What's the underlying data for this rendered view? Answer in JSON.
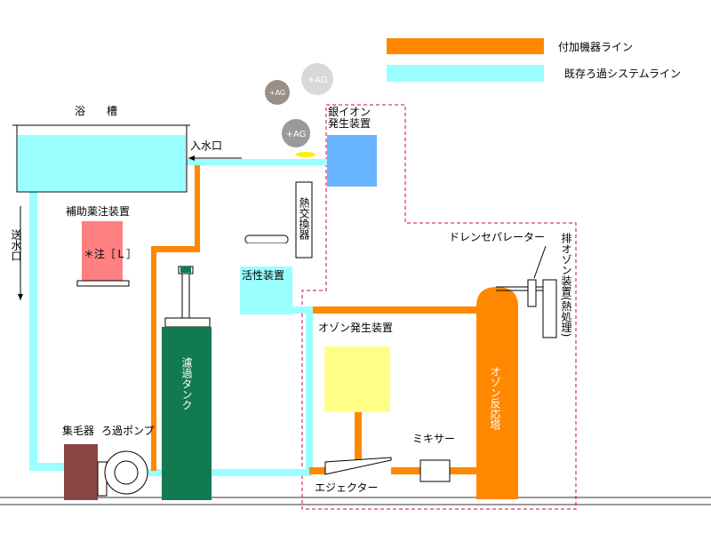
{
  "legend": {
    "added_line": {
      "label": "付加機器ライン",
      "color": "#ff8800"
    },
    "existing_line": {
      "label": "既存ろ過システムライン",
      "color": "#99ffff"
    }
  },
  "bath": {
    "label": "浴　　槽",
    "inlet": "入水口",
    "outlet": "送水口"
  },
  "silver_ion": {
    "label_line1": "銀イオン",
    "label_line2": "発生装置",
    "badge": "+AG"
  },
  "heat_exchanger": {
    "label": "熱交換器"
  },
  "chemical_injector": {
    "label": "補助薬注装置",
    "marker": "＊注［Ｌ］"
  },
  "activation_unit": {
    "label": "活性装置"
  },
  "filter_tank": {
    "label": "濾過タンク"
  },
  "hair_catcher": {
    "label": "集毛器"
  },
  "filter_pump": {
    "label": "ろ過ポンプ"
  },
  "ozone_generator": {
    "label": "オゾン発生装置"
  },
  "ozone_reactor": {
    "label": "オゾン反応塔"
  },
  "drain_separator": {
    "label": "ドレンセパレーター"
  },
  "exhaust_ozone": {
    "label": "排オゾン装置(熱処理)"
  },
  "mixer": {
    "label": "ミキサー"
  },
  "ejector": {
    "label": "エジェクター"
  }
}
